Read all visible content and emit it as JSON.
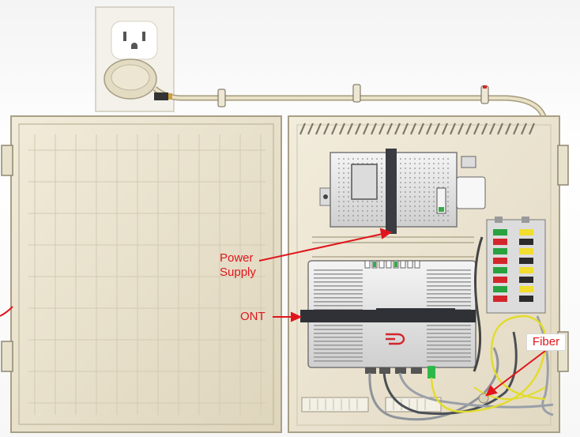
{
  "labels": {
    "power_supply_line1": "Power",
    "power_supply_line2": "Supply",
    "ont": "ONT",
    "fiber": "Fiber"
  },
  "icons": {
    "outlet": "wall-outlet-icon",
    "plug": "power-plug-icon",
    "brand": "provider-logo-icon"
  },
  "colors": {
    "annotation": "#e0161c",
    "enclosure": "#ece5d3",
    "fiber_cable": "#e2dc2a",
    "fiber_connector": "#2eb84a",
    "port_green": "#27a23f",
    "port_red": "#d3262c",
    "port_yellow": "#f2de2e"
  }
}
